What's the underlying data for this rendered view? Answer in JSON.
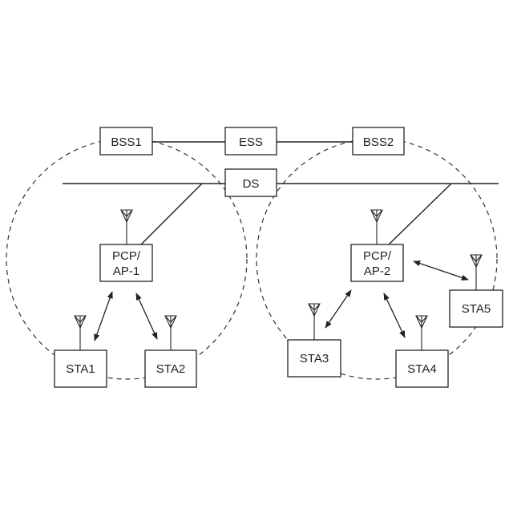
{
  "nodes": {
    "bss1": "BSS1",
    "ess": "ESS",
    "bss2": "BSS2",
    "ds": "DS",
    "ap1_line1": "PCP/",
    "ap1_line2": "AP-1",
    "ap2_line1": "PCP/",
    "ap2_line2": "AP-2",
    "sta1": "STA1",
    "sta2": "STA2",
    "sta3": "STA3",
    "sta4": "STA4",
    "sta5": "STA5"
  },
  "colors": {
    "stroke": "#222222",
    "background": "#ffffff"
  }
}
